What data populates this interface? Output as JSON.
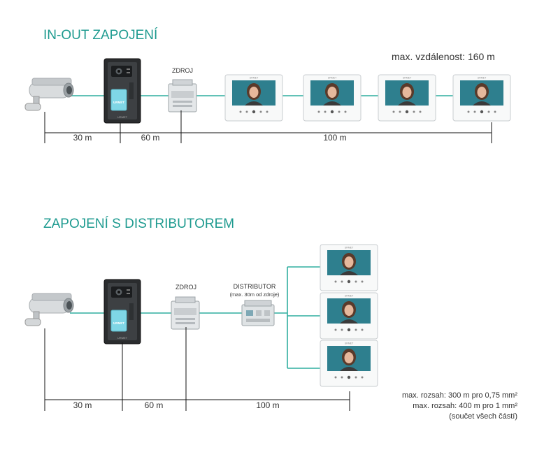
{
  "section1": {
    "title": "IN-OUT ZAPOJENÍ",
    "max_distance": "max. vzdálenost: 160 m",
    "power_label": "ZDROJ",
    "distances": [
      "30 m",
      "60 m",
      "100 m"
    ]
  },
  "section2": {
    "title": "ZAPOJENÍ S DISTRIBUTOREM",
    "power_label": "ZDROJ",
    "distributor_label": "DISTRIBUTOR",
    "distributor_note": "(max. 30m od zdroje)",
    "distances": [
      "30 m",
      "60 m",
      "100 m"
    ],
    "range_notes": [
      "max. rozsah: 300 m pro 0,75 mm²",
      "max. rozsah: 400 m pro 1 mm²",
      "(součet všech částí)"
    ]
  },
  "colors": {
    "accent": "#1f9b90",
    "wire": "#2fae9f"
  }
}
